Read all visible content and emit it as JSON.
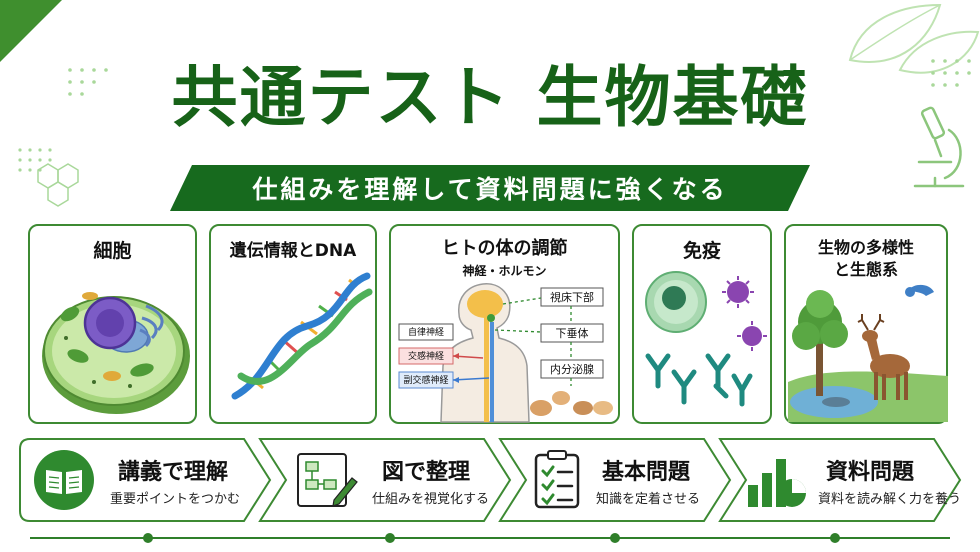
{
  "title": "共通テスト 生物基礎",
  "subtitle": "仕組みを理解して資料問題に強くなる",
  "cards": {
    "cell": {
      "title": "細胞"
    },
    "dna": {
      "title": "遺伝情報とDNA"
    },
    "human": {
      "title": "ヒトの体の調節",
      "subtitle": "神経・ホルモン",
      "labels": {
        "hypothalamus": "視床下部",
        "pituitary": "下垂体",
        "endocrine": "内分泌腺",
        "autonomic": "自律神経",
        "sympathetic": "交感神経",
        "parasympathetic": "副交感神経"
      }
    },
    "immunity": {
      "title": "免疫"
    },
    "diversity": {
      "title_line1": "生物の多様性",
      "title_line2": "と生態系"
    }
  },
  "steps": [
    {
      "title": "講義で理解",
      "subtitle": "重要ポイントをつかむ",
      "icon": "open-book-icon"
    },
    {
      "title": "図で整理",
      "subtitle": "仕組みを視覚化する",
      "icon": "flowchart-pencil-icon"
    },
    {
      "title": "基本問題",
      "subtitle": "知識を定着させる",
      "icon": "checklist-icon"
    },
    {
      "title": "資料問題",
      "subtitle": "資料を読み解く力を養う",
      "icon": "chart-icon"
    }
  ],
  "colors": {
    "primary": "#176a1e",
    "accent": "#3d8a33",
    "light_green": "#9fcf8f"
  }
}
